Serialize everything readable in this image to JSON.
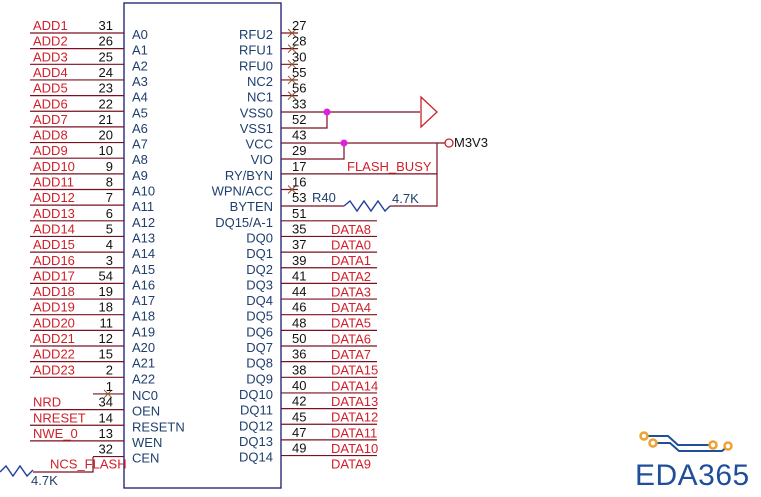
{
  "colors": {
    "net_label": "#d0202a",
    "pin_number": "#111111",
    "pin_name": "#1f3f6e",
    "wire": "#7a1020",
    "component_outline": "#1a1a6e",
    "junction": "#e020e0",
    "resistor": "#1f3fa0",
    "logo_blue": "#1f4f9a",
    "logo_orange": "#f0a030"
  },
  "left_pins": [
    {
      "net": "ADD1",
      "num": "31",
      "name": "A0"
    },
    {
      "net": "ADD2",
      "num": "26",
      "name": "A1"
    },
    {
      "net": "ADD3",
      "num": "25",
      "name": "A2"
    },
    {
      "net": "ADD4",
      "num": "24",
      "name": "A3"
    },
    {
      "net": "ADD5",
      "num": "23",
      "name": "A4"
    },
    {
      "net": "ADD6",
      "num": "22",
      "name": "A5"
    },
    {
      "net": "ADD7",
      "num": "21",
      "name": "A6"
    },
    {
      "net": "ADD8",
      "num": "20",
      "name": "A7"
    },
    {
      "net": "ADD9",
      "num": "10",
      "name": "A8"
    },
    {
      "net": "ADD10",
      "num": "9",
      "name": "A9"
    },
    {
      "net": "ADD11",
      "num": "8",
      "name": "A10"
    },
    {
      "net": "ADD12",
      "num": "7",
      "name": "A11"
    },
    {
      "net": "ADD13",
      "num": "6",
      "name": "A12"
    },
    {
      "net": "ADD14",
      "num": "5",
      "name": "A13"
    },
    {
      "net": "ADD15",
      "num": "4",
      "name": "A14"
    },
    {
      "net": "ADD16",
      "num": "3",
      "name": "A15"
    },
    {
      "net": "ADD17",
      "num": "54",
      "name": "A16"
    },
    {
      "net": "ADD18",
      "num": "19",
      "name": "A17"
    },
    {
      "net": "ADD19",
      "num": "18",
      "name": "A18"
    },
    {
      "net": "ADD20",
      "num": "11",
      "name": "A19"
    },
    {
      "net": "ADD21",
      "num": "12",
      "name": "A20"
    },
    {
      "net": "ADD22",
      "num": "15",
      "name": "A21"
    },
    {
      "net": "ADD23",
      "num": "2",
      "name": "A22"
    },
    {
      "net": "",
      "num": "1",
      "name": "NC0",
      "no_connect": true
    },
    {
      "net": "NRD",
      "num": "34",
      "name": "OEN"
    },
    {
      "net": "NRESET",
      "num": "14",
      "name": "RESETN"
    },
    {
      "net": "NWE_0",
      "num": "13",
      "name": "WEN"
    },
    {
      "net": "NCS_FLASH",
      "num": "32",
      "name": "CEN"
    }
  ],
  "right_pins": [
    {
      "name": "RFU2",
      "num": "27",
      "net": "",
      "no_connect": true
    },
    {
      "name": "RFU1",
      "num": "28",
      "net": "",
      "no_connect": true
    },
    {
      "name": "RFU0",
      "num": "30",
      "net": "",
      "no_connect": true
    },
    {
      "name": "NC2",
      "num": "55",
      "net": "",
      "no_connect": true
    },
    {
      "name": "NC1",
      "num": "56",
      "net": "",
      "no_connect": true
    },
    {
      "name": "VSS0",
      "num": "33",
      "net": ""
    },
    {
      "name": "VSS1",
      "num": "52",
      "net": ""
    },
    {
      "name": "VCC",
      "num": "43",
      "net": ""
    },
    {
      "name": "VIO",
      "num": "29",
      "net": ""
    },
    {
      "name": "RY/BYN",
      "num": "17",
      "net": "FLASH_BUSY"
    },
    {
      "name": "WPN/ACC",
      "num": "16",
      "net": "",
      "no_connect": true
    },
    {
      "name": "BYTEN",
      "num": "53",
      "net": ""
    },
    {
      "name": "DQ15/A-1",
      "num": "51",
      "net": "DATA8"
    },
    {
      "name": "DQ0",
      "num": "35",
      "net": "DATA0"
    },
    {
      "name": "DQ1",
      "num": "37",
      "net": "DATA1"
    },
    {
      "name": "DQ2",
      "num": "39",
      "net": "DATA2"
    },
    {
      "name": "DQ3",
      "num": "41",
      "net": "DATA3"
    },
    {
      "name": "DQ4",
      "num": "44",
      "net": "DATA4"
    },
    {
      "name": "DQ5",
      "num": "46",
      "net": "DATA5"
    },
    {
      "name": "DQ6",
      "num": "48",
      "net": "DATA6"
    },
    {
      "name": "DQ7",
      "num": "50",
      "net": "DATA7"
    },
    {
      "name": "DQ8",
      "num": "36",
      "net": "DATA15"
    },
    {
      "name": "DQ9",
      "num": "38",
      "net": "DATA14"
    },
    {
      "name": "DQ10",
      "num": "40",
      "net": "DATA13"
    },
    {
      "name": "DQ11",
      "num": "42",
      "net": "DATA12"
    },
    {
      "name": "DQ12",
      "num": "45",
      "net": "DATA11"
    },
    {
      "name": "DQ13",
      "num": "47",
      "net": "DATA10"
    },
    {
      "name": "DQ14",
      "num": "49",
      "net": "DATA9"
    }
  ],
  "power": {
    "supply_label": "M3V3"
  },
  "resistors": {
    "byten_pullup": {
      "ref": "R40",
      "value": "4.7K"
    },
    "ncs_pullup": {
      "value": "4.7K"
    }
  },
  "logo": {
    "text": "EDA365"
  }
}
